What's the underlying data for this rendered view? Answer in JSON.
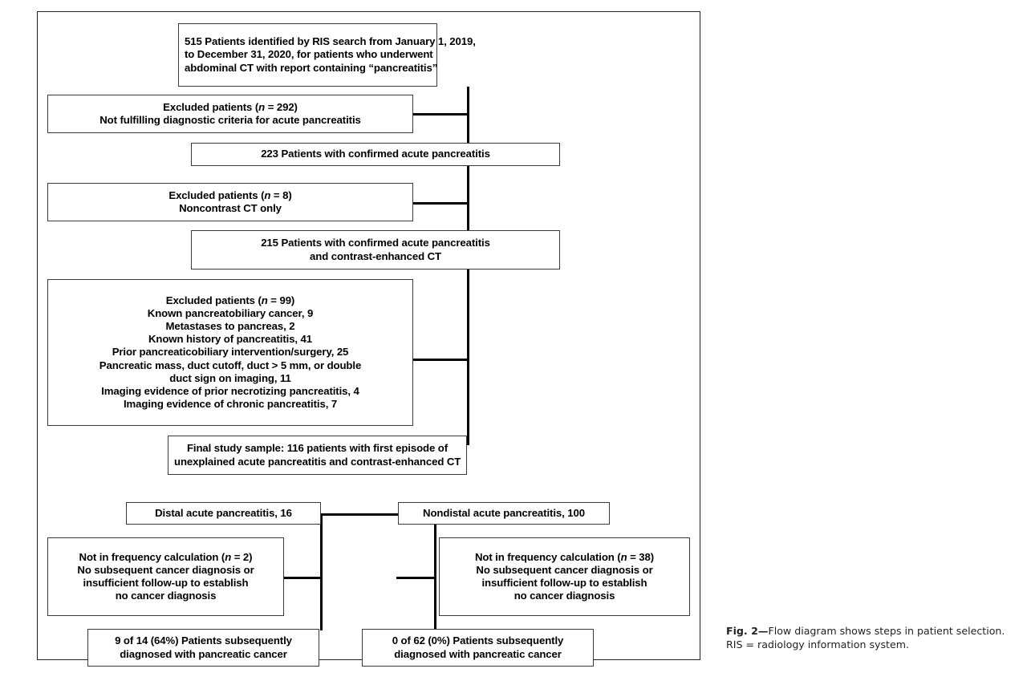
{
  "figure": {
    "caption_label": "Fig. 2—",
    "caption_text": "Flow diagram shows steps in patient selection. RIS = radiology information system."
  },
  "flow": {
    "type": "flowchart",
    "orientation": "top-to-bottom",
    "nodes": [
      {
        "id": "identified",
        "kind": "cohort",
        "count": 515,
        "lines": [
          "515 Patients identified by RIS search from January 1, 2019,",
          "to December 31, 2020, for patients who underwent",
          "abdominal CT with report containing “pancreatitis”"
        ]
      },
      {
        "id": "excluded-1",
        "kind": "exclusion",
        "count": 292,
        "lines": [
          "Excluded patients (n = 292)",
          "Not fulfilling diagnostic criteria for acute pancreatitis"
        ]
      },
      {
        "id": "confirmed-223",
        "kind": "cohort",
        "count": 223,
        "lines": [
          "223 Patients with confirmed acute pancreatitis"
        ]
      },
      {
        "id": "excluded-2",
        "kind": "exclusion",
        "count": 8,
        "lines": [
          "Excluded patients (n = 8)",
          "Noncontrast CT only"
        ]
      },
      {
        "id": "confirmed-215",
        "kind": "cohort",
        "count": 215,
        "lines": [
          "215 Patients with confirmed acute pancreatitis",
          "and contrast-enhanced CT"
        ]
      },
      {
        "id": "excluded-3",
        "kind": "exclusion",
        "count": 99,
        "lines": [
          "Excluded patients (n = 99)",
          "Known pancreatobiliary cancer, 9",
          "Metastases to pancreas, 2",
          "Known history of pancreatitis, 41",
          "Prior pancreaticobiliary intervention/surgery, 25",
          "Pancreatic mass, duct cutoff, duct > 5 mm, or double",
          "duct sign on imaging, 11",
          "Imaging evidence of prior necrotizing pancreatitis, 4",
          "Imaging evidence of chronic pancreatitis, 7"
        ]
      },
      {
        "id": "final-sample",
        "kind": "cohort",
        "count": 116,
        "lines": [
          "Final study sample: 116 patients with first episode of",
          "unexplained acute pancreatitis and contrast-enhanced CT"
        ]
      },
      {
        "id": "distal",
        "kind": "branch",
        "count": 16,
        "lines": [
          "Distal acute pancreatitis, 16"
        ]
      },
      {
        "id": "nondistal",
        "kind": "branch",
        "count": 100,
        "lines": [
          "Nondistal acute pancreatitis, 100"
        ]
      },
      {
        "id": "excluded-distal",
        "kind": "exclusion",
        "count": 2,
        "lines": [
          "Not in frequency calculation (n = 2)",
          "No subsequent cancer diagnosis or",
          "insufficient follow-up to establish",
          "no cancer diagnosis"
        ]
      },
      {
        "id": "excluded-nondistal",
        "kind": "exclusion",
        "count": 38,
        "lines": [
          "Not in frequency calculation (n = 38)",
          "No subsequent cancer diagnosis or",
          "insufficient follow-up to establish",
          "no cancer diagnosis"
        ]
      },
      {
        "id": "outcome-distal",
        "kind": "outcome",
        "numerator": 9,
        "denominator": 14,
        "percent": "64%",
        "lines": [
          "9 of 14 (64%) Patients subsequently",
          "diagnosed with pancreatic cancer"
        ]
      },
      {
        "id": "outcome-nondistal",
        "kind": "outcome",
        "numerator": 0,
        "denominator": 62,
        "percent": "0%",
        "lines": [
          "0 of 62 (0%) Patients subsequently",
          "diagnosed with pancreatic cancer"
        ]
      }
    ]
  },
  "colors": {
    "frame_border": "#231f20",
    "box_border": "#3a3a3c",
    "connector": "#000000",
    "text": "#000000",
    "caption_text": "#231f20",
    "background": "#ffffff"
  }
}
